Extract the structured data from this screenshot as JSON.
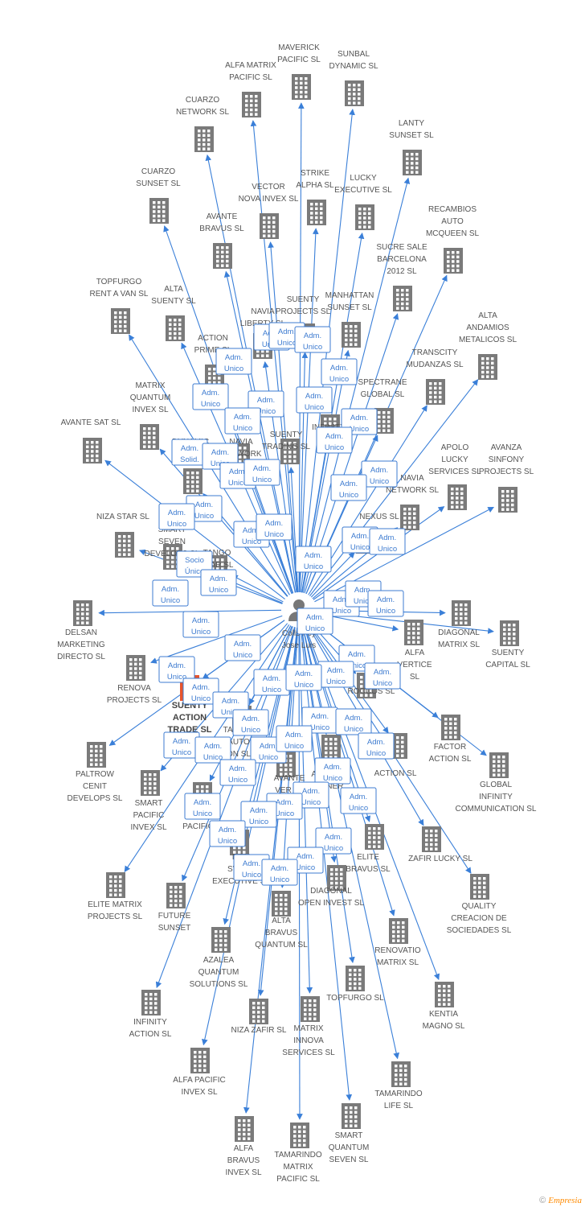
{
  "colors": {
    "edge": "#3a7fd8",
    "building": "#7a7a7a",
    "building_highlight": "#e8552c",
    "badge_border": "#3d7bd0",
    "person": "#777777"
  },
  "center": {
    "name": [
      "Colls Pey",
      "Jose Luis"
    ],
    "icon": "person-icon"
  },
  "companies": [
    {
      "name": [
        "MAVERICK",
        "PACIFIC SL"
      ]
    },
    {
      "name": [
        "SUNBAL",
        "DYNAMIC SL"
      ]
    },
    {
      "name": [
        "ALFA MATRIX",
        "PACIFIC SL"
      ]
    },
    {
      "name": [
        "CUARZO",
        "NETWORK SL"
      ]
    },
    {
      "name": [
        "LANTY",
        "SUNSET SL"
      ]
    },
    {
      "name": [
        "CUARZO",
        "SUNSET SL"
      ]
    },
    {
      "name": [
        "VECTOR",
        "NOVA INVEX SL"
      ]
    },
    {
      "name": [
        "STRIKE",
        "ALPHA SL"
      ]
    },
    {
      "name": [
        "LUCKY",
        "EXECUTIVE SL"
      ]
    },
    {
      "name": [
        "RECAMBIOS",
        "AUTO",
        "MCQUEEN SL"
      ]
    },
    {
      "name": [
        "AVANTE",
        "BRAVUS SL"
      ]
    },
    {
      "name": [
        "SUCRE SALE",
        "BARCELONA",
        "2012 SL"
      ]
    },
    {
      "name": [
        "TOPFURGO",
        "RENT A VAN SL"
      ]
    },
    {
      "name": [
        "ALTA",
        "SUENTY SL"
      ]
    },
    {
      "name": [
        "SUENTY",
        "PROJECTS SL"
      ]
    },
    {
      "name": [
        "MANHATTAN",
        "SUNSET SL"
      ]
    },
    {
      "name": [
        "NAVIA",
        "LIBERTY SL"
      ]
    },
    {
      "name": [
        "ALTA",
        "ANDAMIOS",
        "METALICOS SL"
      ]
    },
    {
      "name": [
        "ACTION",
        "PRIME SL"
      ]
    },
    {
      "name": [
        "TRANSCITY",
        "MUDANZAS SL"
      ]
    },
    {
      "name": [
        "MATRIX",
        "QUANTUM",
        "INVEX SL"
      ]
    },
    {
      "name": [
        "SPECTRANE",
        "GLOBAL SL"
      ]
    },
    {
      "name": [
        "AVANTE SAT SL"
      ]
    },
    {
      "name": [
        "INFINITY",
        "SL"
      ]
    },
    {
      "name": [
        "SUENTY",
        "TRADING SL"
      ]
    },
    {
      "name": [
        "DYNAMIC",
        "COM"
      ]
    },
    {
      "name": [
        "NAVIA",
        "NETWORK"
      ]
    },
    {
      "name": [
        "APOLO",
        "LUCKY",
        "SERVICES SL"
      ]
    },
    {
      "name": [
        "AVANZA",
        "SINFONY",
        "PROJECTS SL"
      ]
    },
    {
      "name": [
        "NAVIA",
        "NETWORK SL"
      ]
    },
    {
      "name": [
        "NIZA STAR SL"
      ]
    },
    {
      "name": [
        "SMART",
        "SEVEN",
        "DEVELOPS SL"
      ]
    },
    {
      "name": [
        "NEXUS SL"
      ]
    },
    {
      "name": [
        "TANGO",
        "STAR SL"
      ]
    },
    {
      "name": [
        "DELSAN",
        "MARKETING",
        "DIRECTO SL"
      ]
    },
    {
      "name": [
        "DIAGONAL",
        "MATRIX SL"
      ]
    },
    {
      "name": [
        "SUENTY",
        "CAPITAL SL"
      ]
    },
    {
      "name": [
        "ALFA",
        "VERTICE",
        "SL"
      ]
    },
    {
      "name": [
        "RENOVA",
        "PROJECTS SL"
      ]
    },
    {
      "name": [
        "SUENTY",
        "ACTION",
        "TRADE SL"
      ],
      "highlight": true
    },
    {
      "name": [
        "ROCCOS SL"
      ]
    },
    {
      "name": [
        "FACTOR",
        "ACTION SL"
      ]
    },
    {
      "name": [
        "PALTROW",
        "CENIT",
        "DEVELOPS SL"
      ]
    },
    {
      "name": [
        "TAZLEM",
        "AUTO",
        "ON SL"
      ]
    },
    {
      "name": [
        "GLOBAL",
        "INFINITY",
        "COMMUNICATION SL"
      ]
    },
    {
      "name": [
        "SMART",
        "PACIFIC",
        "INVEX SL"
      ]
    },
    {
      "name": [
        "NAVIA",
        "PACIFIC SL"
      ]
    },
    {
      "name": [
        "AVANTE",
        "VER SL"
      ]
    },
    {
      "name": [
        "ASTRA",
        "PARTNER"
      ]
    },
    {
      "name": [
        "ACTION SL"
      ]
    },
    {
      "name": [
        "ZAFIR LUCKY SL"
      ]
    },
    {
      "name": [
        "ELITE MATRIX",
        "PROJECTS SL"
      ]
    },
    {
      "name": [
        "FUTURE",
        "SUNSET"
      ]
    },
    {
      "name": [
        "DON",
        "SWING",
        "EXECUTIVE SL"
      ]
    },
    {
      "name": [
        "ELITE",
        "BRAVUS SL"
      ]
    },
    {
      "name": [
        "QUALITY",
        "CREACION DE",
        "SOCIEDADES SL"
      ]
    },
    {
      "name": [
        "DIAGONAL",
        "OPEN INVEST SL"
      ]
    },
    {
      "name": [
        "ALTA",
        "BRAVUS",
        "QUANTUM SL"
      ]
    },
    {
      "name": [
        "RENOVATIO",
        "MATRIX SL"
      ]
    },
    {
      "name": [
        "AZALEA",
        "QUANTUM",
        "SOLUTIONS SL"
      ]
    },
    {
      "name": [
        "TOPFURGO SL"
      ]
    },
    {
      "name": [
        "KENTIA",
        "MAGNO SL"
      ]
    },
    {
      "name": [
        "INFINITY",
        "ACTION SL"
      ]
    },
    {
      "name": [
        "NIZA ZAFIR SL"
      ]
    },
    {
      "name": [
        "MATRIX",
        "INNOVA",
        "SERVICES SL"
      ]
    },
    {
      "name": [
        "ALFA PACIFIC",
        "INVEX SL"
      ]
    },
    {
      "name": [
        "TAMARINDO",
        "LIFE SL"
      ]
    },
    {
      "name": [
        "ALFA",
        "BRAVUS",
        "INVEX SL"
      ]
    },
    {
      "name": [
        "TAMARINDO",
        "MATRIX",
        "PACIFIC SL"
      ]
    },
    {
      "name": [
        "SMART",
        "QUANTUM",
        "SEVEN SL"
      ]
    }
  ],
  "badges": [
    {
      "text": [
        "Adm.",
        "Unico"
      ]
    },
    {
      "text": [
        "Adm.",
        "Solid."
      ]
    },
    {
      "text": [
        "Socio",
        "Único"
      ]
    }
  ],
  "footer": {
    "copyright": "©",
    "brand": "Empresia"
  }
}
